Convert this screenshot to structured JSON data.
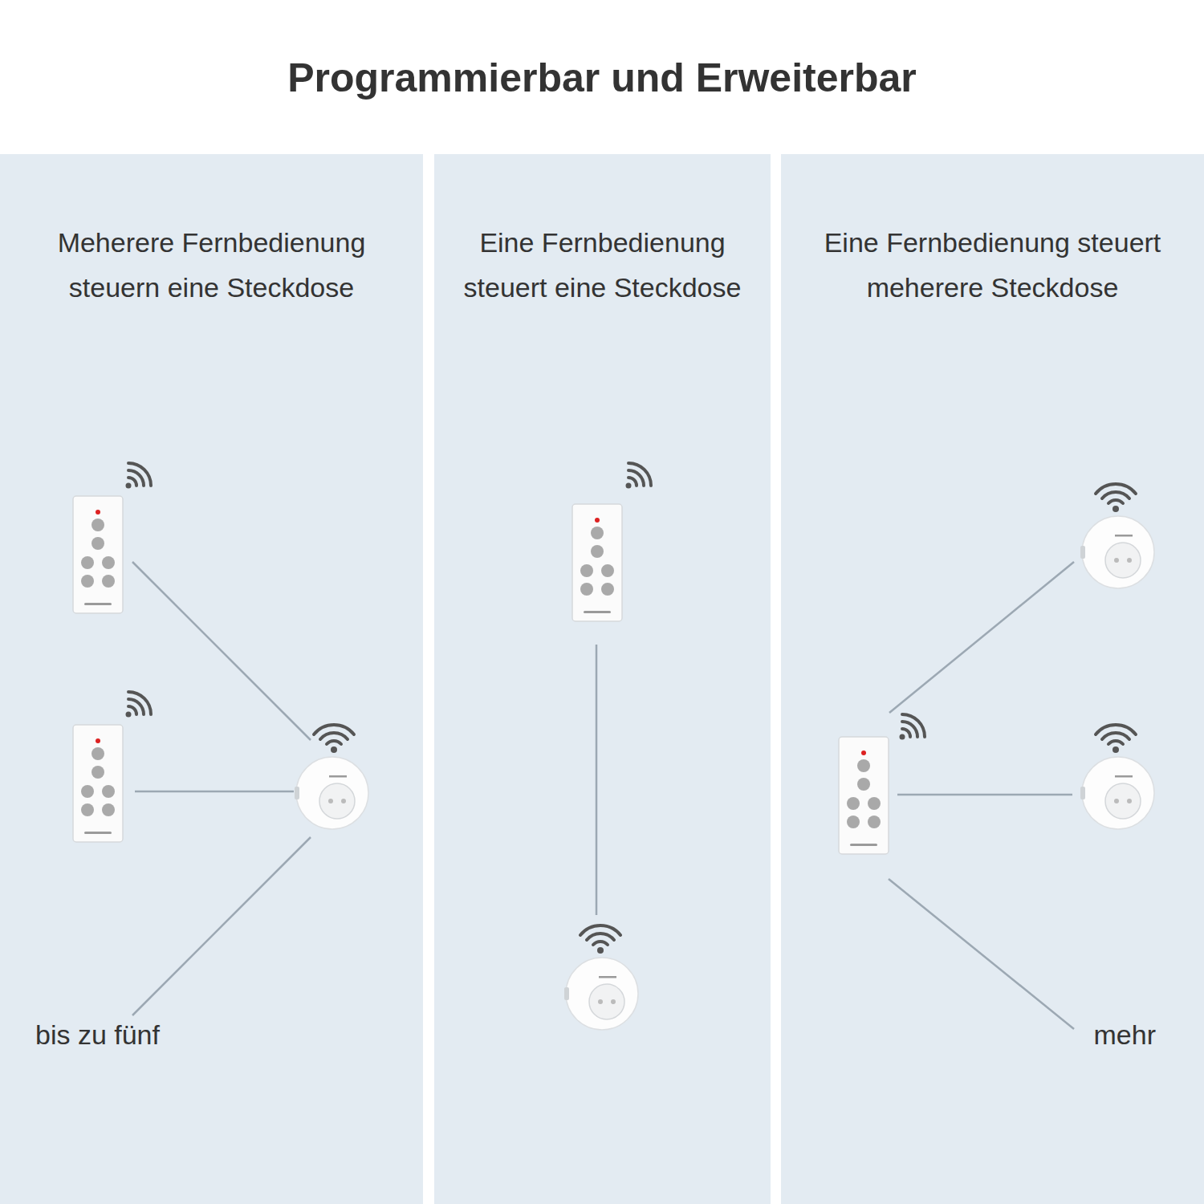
{
  "diagram": {
    "title": "Programmierbar und Erweiterbar",
    "nodes": [
      {
        "text": [
          "Meherere Fernbedienung steuern eine Steckdose"
        ]
      },
      {
        "text": [
          "Eine Fernbedienung steuert eine Steckdose"
        ]
      },
      {
        "text": [
          "Eine Fernbedienung steuert meherere Steckdose"
        ]
      }
    ],
    "labels": [
      "bis zu fünf",
      "mehr"
    ]
  }
}
